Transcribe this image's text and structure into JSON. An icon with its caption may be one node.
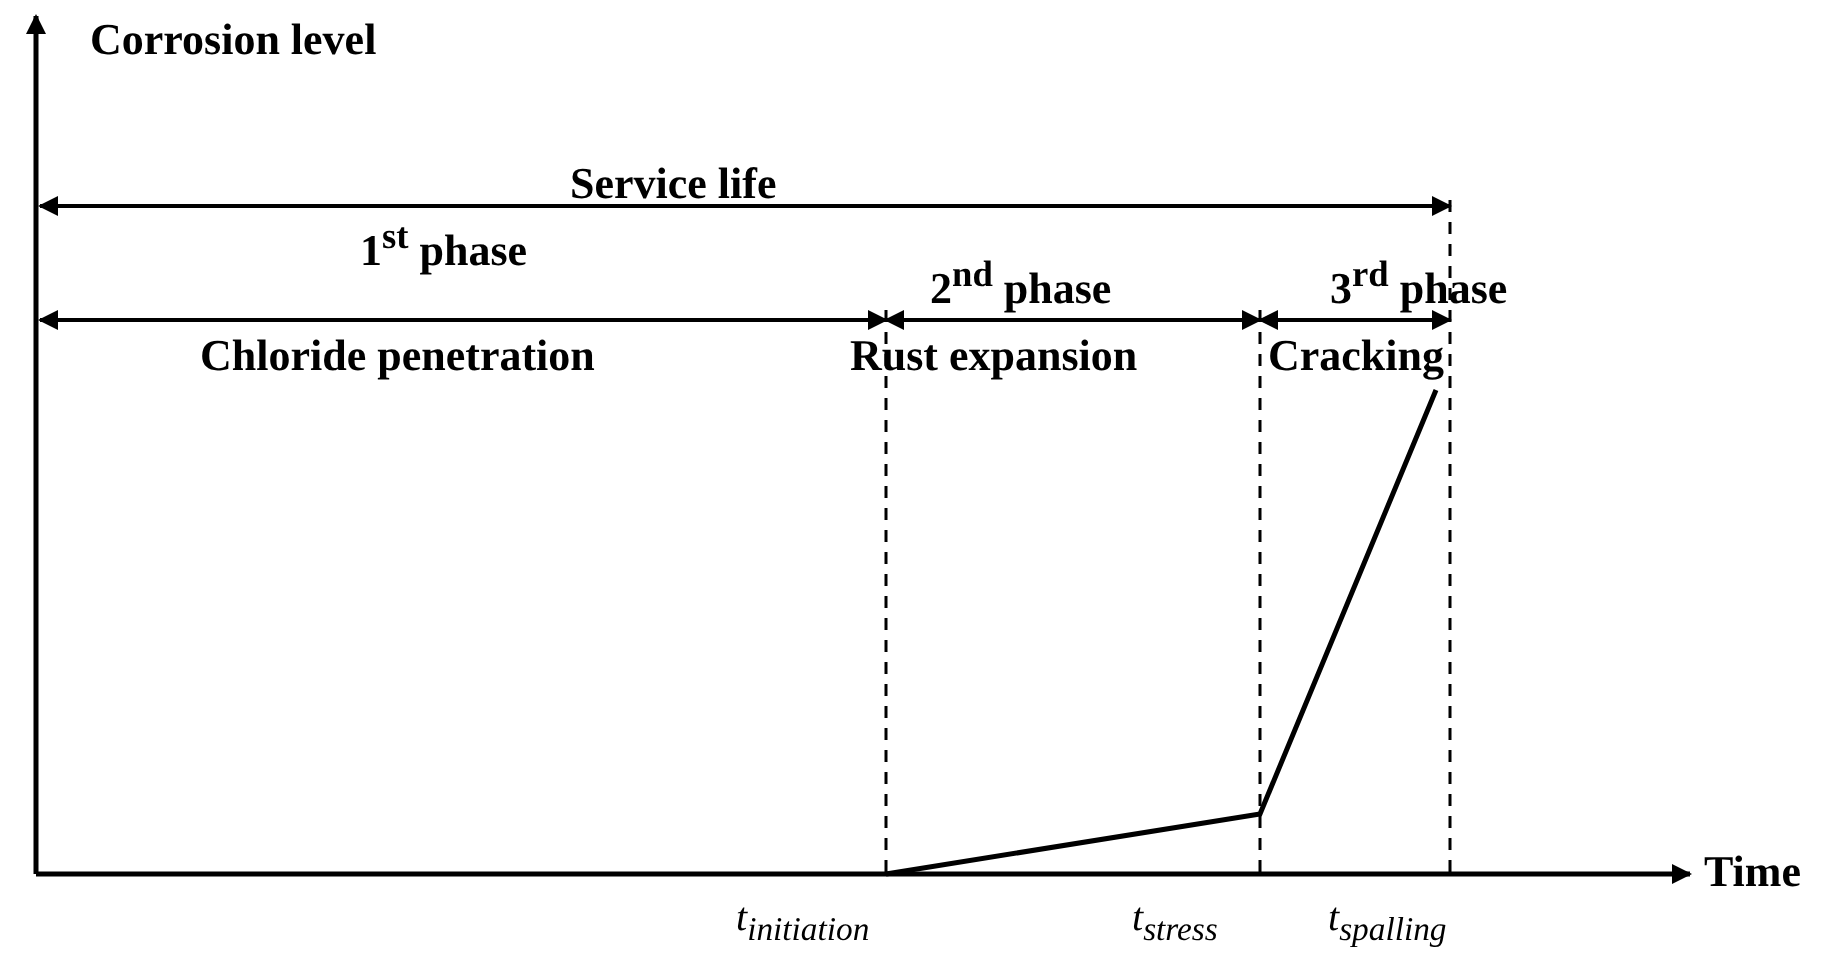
{
  "diagram": {
    "labels": [
      "Corrosion level",
      "Service life",
      "1$^{st}$ phase",
      "2$^{nd}$ phase",
      "3$^{rd}$ phase",
      "Chloride penetration",
      "Rust expansion",
      "Cracking",
      "Time",
      "t$_{initiation}$",
      "t$_{stress}$",
      "t$_{spalling}$"
    ]
  }
}
